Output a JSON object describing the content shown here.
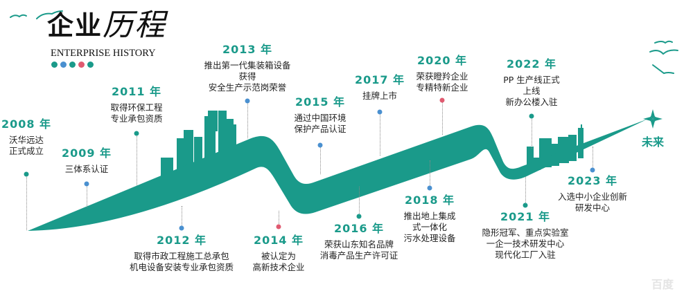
{
  "header": {
    "title_plain": "企业",
    "title_script": "历程",
    "subtitle": "ENTERPRISE HISTORY",
    "dot_colors": [
      "#1a9a8a",
      "#4a90d0",
      "#1a9a8a",
      "#e05a70",
      "#1a9a8a"
    ]
  },
  "colors": {
    "teal": "#1a9a8a",
    "blue": "#4a90d0",
    "red": "#e05a70"
  },
  "events": [
    {
      "year": "2008 年",
      "lines": [
        "沃华远达",
        "正式成立"
      ],
      "dot": "teal"
    },
    {
      "year": "2009 年",
      "lines": [
        "三体系认证"
      ],
      "dot": "blue"
    },
    {
      "year": "2011 年",
      "lines": [
        "取得环保工程",
        "专业承包资质"
      ],
      "dot": "teal"
    },
    {
      "year": "2012 年",
      "lines": [
        "取得市政工程施工总承包",
        "机电设备安装专业承包资质"
      ],
      "dot": "blue"
    },
    {
      "year": "2013 年",
      "lines": [
        "推出第一代集装箱设备",
        "获得",
        "安全生产示范岗荣誉"
      ],
      "dot": "blue"
    },
    {
      "year": "2014 年",
      "lines": [
        "被认定为",
        "高新技术企业"
      ],
      "dot": "red"
    },
    {
      "year": "2015 年",
      "lines": [
        "通过中国环境",
        "保护产品认证"
      ],
      "dot": "blue"
    },
    {
      "year": "2016 年",
      "lines": [
        "荣获山东知名品牌",
        "消毒产品生产许可证"
      ],
      "dot": "teal"
    },
    {
      "year": "2017 年",
      "lines": [
        "挂牌上市"
      ],
      "dot": "blue"
    },
    {
      "year": "2018 年",
      "lines": [
        "推出地上集成",
        "式一体化",
        "污水处理设备"
      ],
      "dot": "blue"
    },
    {
      "year": "2020 年",
      "lines": [
        "荣获瞪羚企业",
        "专精特新企业"
      ],
      "dot": "red"
    },
    {
      "year": "2021 年",
      "lines": [
        "隐形冠军、重点实验室",
        "一企一技术研发中心",
        "现代化工厂入驻"
      ],
      "dot": "teal"
    },
    {
      "year": "2022 年",
      "lines": [
        "PP 生产线正式",
        "上线",
        "新办公楼入驻"
      ],
      "dot": "teal"
    },
    {
      "year": "2023 年",
      "lines": [
        "入选中小企业创新",
        "研发中心"
      ],
      "dot": "blue"
    }
  ],
  "future": "未来",
  "watermark": "百度"
}
